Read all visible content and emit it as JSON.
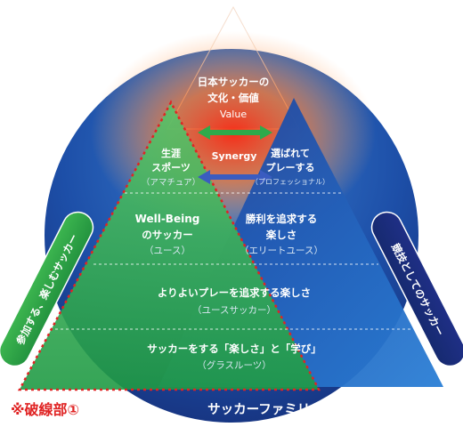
{
  "value_apex": {
    "line1": "日本サッカーの",
    "line2": "文化・価値",
    "line3": "Value"
  },
  "synergy": "Synergy",
  "amateur": {
    "line1": "生涯",
    "line2": "スポーツ",
    "line3": "（アマチュア）"
  },
  "professional": {
    "line1": "選ばれて",
    "line2": "プレーする",
    "line3": "（プロフェッショナル）"
  },
  "wellbeing": {
    "line1": "Well-Being",
    "line2": "のサッカー",
    "line3": "（ユース）"
  },
  "elite": {
    "line1": "勝利を追求する",
    "line2": "楽しさ",
    "line3": "（エリートユース）"
  },
  "youth_soccer": {
    "line1": "よりよいプレーを追求する楽しさ",
    "line2": "（ユースサッカー）"
  },
  "grassroots": {
    "line1": "サッカーをする「楽しさ」と「学び」",
    "line2": "（グラスルーツ）"
  },
  "left_pill": "参加する、楽しむサッカー",
  "right_pill": "競技としてのサッカー",
  "family": "サッカーファミリー",
  "broken_line_note": "※破線部①",
  "colors": {
    "green": "#2aa84a",
    "navy": "#1a2f8a",
    "blue": "#1d5fb8",
    "red": "#d92020",
    "glow": "#ff6a2a"
  }
}
